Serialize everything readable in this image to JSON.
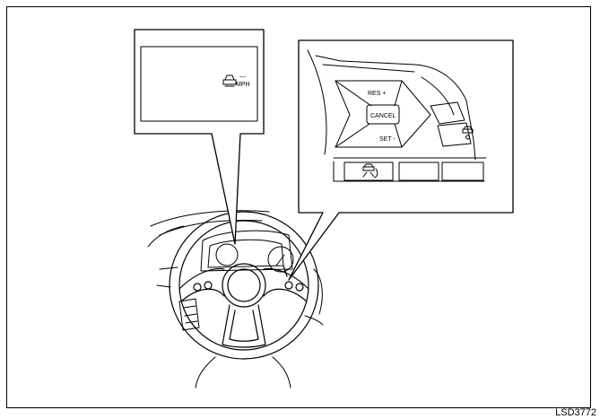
{
  "display": {
    "unit": "MPH",
    "speed_placeholder": "---",
    "icon": "cruise-control-car-icon"
  },
  "switch_panel": {
    "res_label": "RES +",
    "cancel_label": "CANCEL",
    "set_label": "SET -",
    "icons": [
      "cruise-main-switch-icon",
      "lane-assist-icon"
    ]
  },
  "figure_id": "LSD3772",
  "colors": {
    "line": "#000000",
    "background": "#ffffff"
  }
}
